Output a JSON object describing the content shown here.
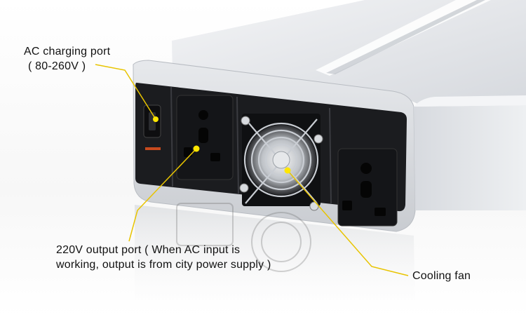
{
  "annotations": {
    "ac_port": {
      "line1": "AC charging port",
      "line2": "( 80-260V )"
    },
    "output_port": {
      "line1": "220V output port ( When AC input is",
      "line2": "working, output is  from city power supply )"
    },
    "cooling_fan": {
      "label": "Cooling fan"
    }
  },
  "colors": {
    "leader_line": "#e8c400",
    "leader_dot": "#ffe600",
    "device_body": "#e9ebee",
    "panel": "#1b1c1f",
    "fan_grill": "#c9cdd3"
  }
}
